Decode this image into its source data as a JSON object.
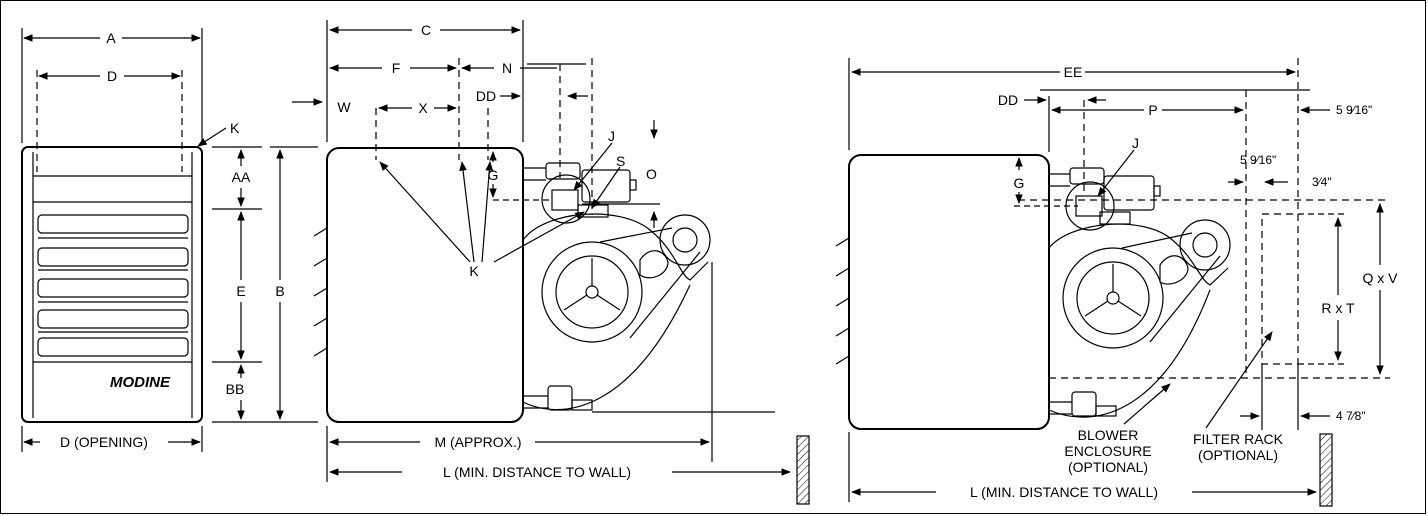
{
  "front_view": {
    "labels": {
      "A": "A",
      "D_top": "D",
      "K": "K",
      "AA": "AA",
      "E": "E",
      "B": "B",
      "BB": "BB",
      "D_opening": "D (OPENING)"
    },
    "logo": "MODINE"
  },
  "side_view": {
    "labels": {
      "C": "C",
      "F": "F",
      "N": "N",
      "W": "W",
      "X": "X",
      "DD": "DD",
      "J": "J",
      "S": "S",
      "G": "G",
      "O": "O",
      "K": "K",
      "M": "M (APPROX.)",
      "L": "L (MIN. DISTANCE TO WALL)"
    }
  },
  "optional_view": {
    "labels": {
      "EE": "EE",
      "DD": "DD",
      "P": "P",
      "J": "J",
      "G": "G",
      "QxV": "Q x V",
      "RxT": "R x T",
      "L": "L (MIN. DISTANCE TO WALL)"
    },
    "dims": {
      "d1": "5 9⁄16\"",
      "d2": "5 9⁄16\"",
      "d3": "3⁄4\"",
      "d4": "4 7⁄8\""
    },
    "callouts": {
      "blower1": "BLOWER",
      "blower2": "ENCLOSURE",
      "blower3": "(OPTIONAL)",
      "filter1": "FILTER RACK",
      "filter2": "(OPTIONAL)"
    }
  }
}
